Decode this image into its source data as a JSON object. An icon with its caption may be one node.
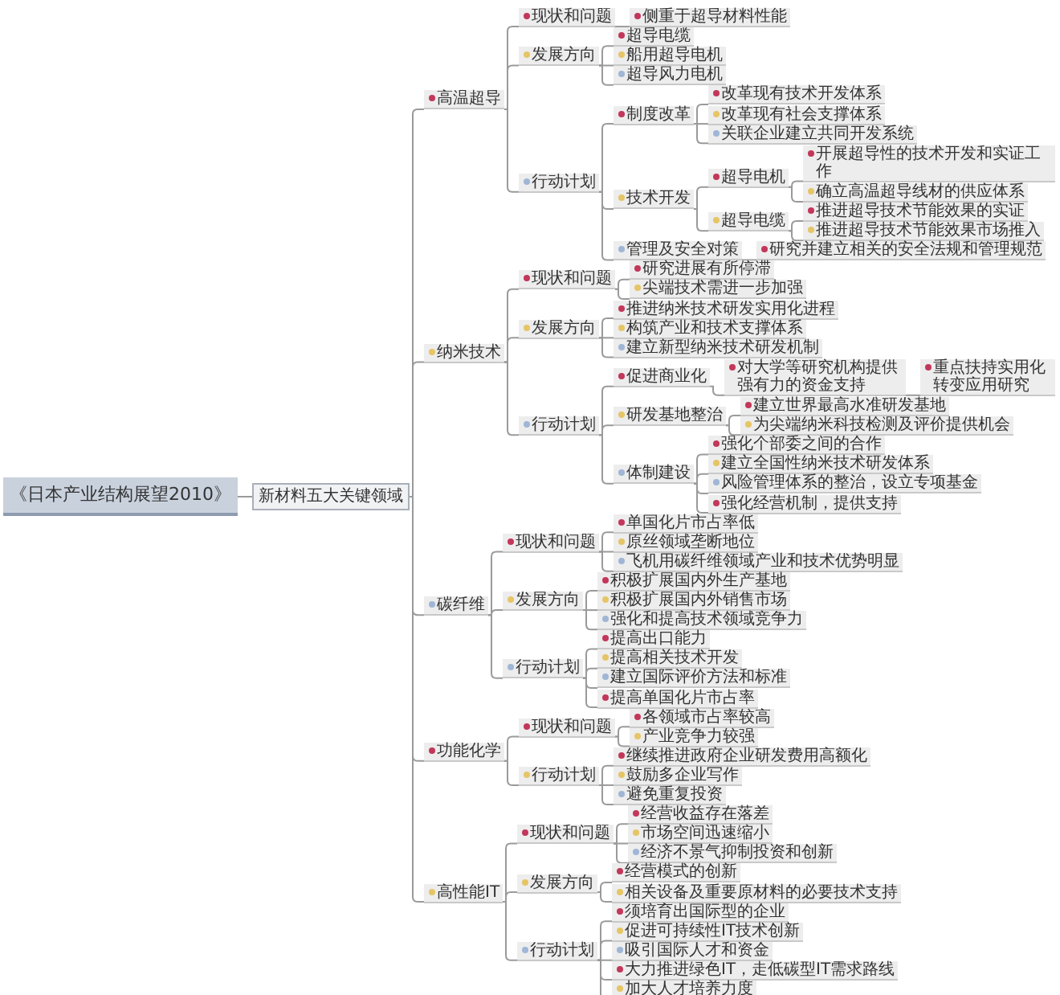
{
  "diagram": {
    "nodes": [
      {
        "text": [
          "《日本产业结构展望2010》"
        ]
      },
      {
        "text": [
          "新材料五大关键领域"
        ]
      },
      {
        "text": [
          "高温超导"
        ]
      },
      {
        "text": [
          "现状和问题"
        ]
      },
      {
        "text": [
          "侧重于超导材料性能"
        ]
      },
      {
        "text": [
          "发展方向"
        ]
      },
      {
        "text": [
          "超导电缆"
        ]
      },
      {
        "text": [
          "船用超导电机"
        ]
      },
      {
        "text": [
          "超导风力电机"
        ]
      },
      {
        "text": [
          "行动计划"
        ]
      },
      {
        "text": [
          "制度改革"
        ]
      },
      {
        "text": [
          "改革现有技术开发体系"
        ]
      },
      {
        "text": [
          "改革现有社会支撑体系"
        ]
      },
      {
        "text": [
          "关联企业建立共同开发系统"
        ]
      },
      {
        "text": [
          "技术开发"
        ]
      },
      {
        "text": [
          "超导电机"
        ]
      },
      {
        "text": [
          "开展超导性的技术开发和实证工作"
        ]
      },
      {
        "text": [
          "确立高温超导线材的供应体系"
        ]
      },
      {
        "text": [
          "超导电缆"
        ]
      },
      {
        "text": [
          "推进超导技术节能效果的实证"
        ]
      },
      {
        "text": [
          "推进超导技术节能效果市场推入"
        ]
      },
      {
        "text": [
          "管理及安全对策"
        ]
      },
      {
        "text": [
          "研究并建立相关的安全法规和管理规范"
        ]
      },
      {
        "text": [
          "纳米技术"
        ]
      },
      {
        "text": [
          "现状和问题"
        ]
      },
      {
        "text": [
          "研究进展有所停滞"
        ]
      },
      {
        "text": [
          "尖端技术需进一步加强"
        ]
      },
      {
        "text": [
          "发展方向"
        ]
      },
      {
        "text": [
          "推进纳米技术研发实用化进程"
        ]
      },
      {
        "text": [
          "构筑产业和技术支撑体系"
        ]
      },
      {
        "text": [
          "建立新型纳米技术研发机制"
        ]
      },
      {
        "text": [
          "行动计划"
        ]
      },
      {
        "text": [
          "促进商业化"
        ]
      },
      {
        "text": [
          "对大学等研究机构提供强有力的资金支持"
        ]
      },
      {
        "text": [
          "重点扶持实用化转变应用研究"
        ]
      },
      {
        "text": [
          "研发基地整治"
        ]
      },
      {
        "text": [
          "建立世界最高水准研发基地"
        ]
      },
      {
        "text": [
          "为尖端纳米科技检测及评价提供机会"
        ]
      },
      {
        "text": [
          "体制建设"
        ]
      },
      {
        "text": [
          "强化个部委之间的合作"
        ]
      },
      {
        "text": [
          "建立全国性纳米技术研发体系"
        ]
      },
      {
        "text": [
          "风险管理体系的整治，设立专项基金"
        ]
      },
      {
        "text": [
          "强化经营机制，提供支持"
        ]
      },
      {
        "text": [
          "碳纤维"
        ]
      },
      {
        "text": [
          "现状和问题"
        ]
      },
      {
        "text": [
          "单国化片市占率低"
        ]
      },
      {
        "text": [
          "原丝领域垄断地位"
        ]
      },
      {
        "text": [
          "飞机用碳纤维领域产业和技术优势明显"
        ]
      },
      {
        "text": [
          "发展方向"
        ]
      },
      {
        "text": [
          "积极扩展国内外生产基地"
        ]
      },
      {
        "text": [
          "积极扩展国内外销售市场"
        ]
      },
      {
        "text": [
          "强化和提高技术领域竞争力"
        ]
      },
      {
        "text": [
          "行动计划"
        ]
      },
      {
        "text": [
          "提高出口能力"
        ]
      },
      {
        "text": [
          "提高相关技术开发"
        ]
      },
      {
        "text": [
          "建立国际评价方法和标准"
        ]
      },
      {
        "text": [
          "提高单国化片市占率"
        ]
      },
      {
        "text": [
          "功能化学"
        ]
      },
      {
        "text": [
          "现状和问题"
        ]
      },
      {
        "text": [
          "各领域市占率较高"
        ]
      },
      {
        "text": [
          "产业竞争力较强"
        ]
      },
      {
        "text": [
          "行动计划"
        ]
      },
      {
        "text": [
          "继续推进政府企业研发费用高额化"
        ]
      },
      {
        "text": [
          "鼓励多企业写作"
        ]
      },
      {
        "text": [
          "避免重复投资"
        ]
      },
      {
        "text": [
          "高性能IT"
        ]
      },
      {
        "text": [
          "现状和问题"
        ]
      },
      {
        "text": [
          "经营收益存在落差"
        ]
      },
      {
        "text": [
          "市场空间迅速缩小"
        ]
      },
      {
        "text": [
          "经济不景气抑制投资和创新"
        ]
      },
      {
        "text": [
          "发展方向"
        ]
      },
      {
        "text": [
          "经营模式的创新"
        ]
      },
      {
        "text": [
          "相关设备及重要原材料的必要技术支持"
        ]
      },
      {
        "text": [
          "行动计划"
        ]
      },
      {
        "text": [
          "须培育出国际型的企业"
        ]
      },
      {
        "text": [
          "促进可持续性IT技术创新"
        ]
      },
      {
        "text": [
          "吸引国际人才和资金"
        ]
      },
      {
        "text": [
          "大力推进绿色IT，走低碳型IT需求路线"
        ]
      },
      {
        "text": [
          "加大人才培养力度"
        ]
      }
    ],
    "edges": [
      {
        "from": 0,
        "to": 1,
        "arrow": "none"
      },
      {
        "from": 1,
        "to": 2,
        "arrow": "none"
      },
      {
        "from": 1,
        "to": 23,
        "arrow": "none"
      },
      {
        "from": 1,
        "to": 43,
        "arrow": "none"
      },
      {
        "from": 1,
        "to": 57,
        "arrow": "none"
      },
      {
        "from": 1,
        "to": 65,
        "arrow": "none"
      },
      {
        "from": 2,
        "to": 3,
        "arrow": "none"
      },
      {
        "from": 3,
        "to": 4,
        "arrow": "none"
      },
      {
        "from": 2,
        "to": 5,
        "arrow": "none"
      },
      {
        "from": 5,
        "to": 6,
        "arrow": "none"
      },
      {
        "from": 5,
        "to": 7,
        "arrow": "none"
      },
      {
        "from": 5,
        "to": 8,
        "arrow": "none"
      },
      {
        "from": 2,
        "to": 9,
        "arrow": "none"
      },
      {
        "from": 9,
        "to": 10,
        "arrow": "none"
      },
      {
        "from": 10,
        "to": 11,
        "arrow": "none"
      },
      {
        "from": 10,
        "to": 12,
        "arrow": "none"
      },
      {
        "from": 10,
        "to": 13,
        "arrow": "none"
      },
      {
        "from": 9,
        "to": 14,
        "arrow": "none"
      },
      {
        "from": 14,
        "to": 15,
        "arrow": "none"
      },
      {
        "from": 15,
        "to": 16,
        "arrow": "none"
      },
      {
        "from": 15,
        "to": 17,
        "arrow": "none"
      },
      {
        "from": 14,
        "to": 18,
        "arrow": "none"
      },
      {
        "from": 18,
        "to": 19,
        "arrow": "none"
      },
      {
        "from": 18,
        "to": 20,
        "arrow": "none"
      },
      {
        "from": 9,
        "to": 21,
        "arrow": "none"
      },
      {
        "from": 21,
        "to": 22,
        "arrow": "none"
      },
      {
        "from": 23,
        "to": 24,
        "arrow": "none"
      },
      {
        "from": 24,
        "to": 25,
        "arrow": "none"
      },
      {
        "from": 24,
        "to": 26,
        "arrow": "none"
      },
      {
        "from": 23,
        "to": 27,
        "arrow": "none"
      },
      {
        "from": 27,
        "to": 28,
        "arrow": "none"
      },
      {
        "from": 27,
        "to": 29,
        "arrow": "none"
      },
      {
        "from": 27,
        "to": 30,
        "arrow": "none"
      },
      {
        "from": 23,
        "to": 31,
        "arrow": "none"
      },
      {
        "from": 31,
        "to": 32,
        "arrow": "none"
      },
      {
        "from": 32,
        "to": 33,
        "arrow": "none"
      },
      {
        "from": 33,
        "to": 34,
        "arrow": "none"
      },
      {
        "from": 31,
        "to": 35,
        "arrow": "none"
      },
      {
        "from": 35,
        "to": 36,
        "arrow": "none"
      },
      {
        "from": 35,
        "to": 37,
        "arrow": "none"
      },
      {
        "from": 31,
        "to": 38,
        "arrow": "none"
      },
      {
        "from": 38,
        "to": 39,
        "arrow": "none"
      },
      {
        "from": 38,
        "to": 40,
        "arrow": "none"
      },
      {
        "from": 38,
        "to": 41,
        "arrow": "none"
      },
      {
        "from": 38,
        "to": 42,
        "arrow": "none"
      },
      {
        "from": 43,
        "to": 44,
        "arrow": "none"
      },
      {
        "from": 44,
        "to": 45,
        "arrow": "none"
      },
      {
        "from": 44,
        "to": 46,
        "arrow": "none"
      },
      {
        "from": 44,
        "to": 47,
        "arrow": "none"
      },
      {
        "from": 43,
        "to": 48,
        "arrow": "none"
      },
      {
        "from": 48,
        "to": 49,
        "arrow": "none"
      },
      {
        "from": 48,
        "to": 50,
        "arrow": "none"
      },
      {
        "from": 48,
        "to": 51,
        "arrow": "none"
      },
      {
        "from": 43,
        "to": 52,
        "arrow": "none"
      },
      {
        "from": 52,
        "to": 53,
        "arrow": "none"
      },
      {
        "from": 52,
        "to": 54,
        "arrow": "none"
      },
      {
        "from": 52,
        "to": 55,
        "arrow": "none"
      },
      {
        "from": 52,
        "to": 56,
        "arrow": "none"
      },
      {
        "from": 57,
        "to": 58,
        "arrow": "none"
      },
      {
        "from": 58,
        "to": 59,
        "arrow": "none"
      },
      {
        "from": 58,
        "to": 60,
        "arrow": "none"
      },
      {
        "from": 57,
        "to": 61,
        "arrow": "none"
      },
      {
        "from": 61,
        "to": 62,
        "arrow": "none"
      },
      {
        "from": 61,
        "to": 63,
        "arrow": "none"
      },
      {
        "from": 61,
        "to": 64,
        "arrow": "none"
      },
      {
        "from": 65,
        "to": 66,
        "arrow": "none"
      },
      {
        "from": 66,
        "to": 67,
        "arrow": "none"
      },
      {
        "from": 66,
        "to": 68,
        "arrow": "none"
      },
      {
        "from": 66,
        "to": 69,
        "arrow": "none"
      },
      {
        "from": 65,
        "to": 70,
        "arrow": "none"
      },
      {
        "from": 70,
        "to": 71,
        "arrow": "none"
      },
      {
        "from": 70,
        "to": 72,
        "arrow": "none"
      },
      {
        "from": 65,
        "to": 73,
        "arrow": "none"
      },
      {
        "from": 73,
        "to": 74,
        "arrow": "none"
      },
      {
        "from": 73,
        "to": 75,
        "arrow": "none"
      },
      {
        "from": 73,
        "to": 76,
        "arrow": "none"
      },
      {
        "from": 73,
        "to": 77,
        "arrow": "none"
      },
      {
        "from": 73,
        "to": 78,
        "arrow": "none"
      }
    ]
  }
}
